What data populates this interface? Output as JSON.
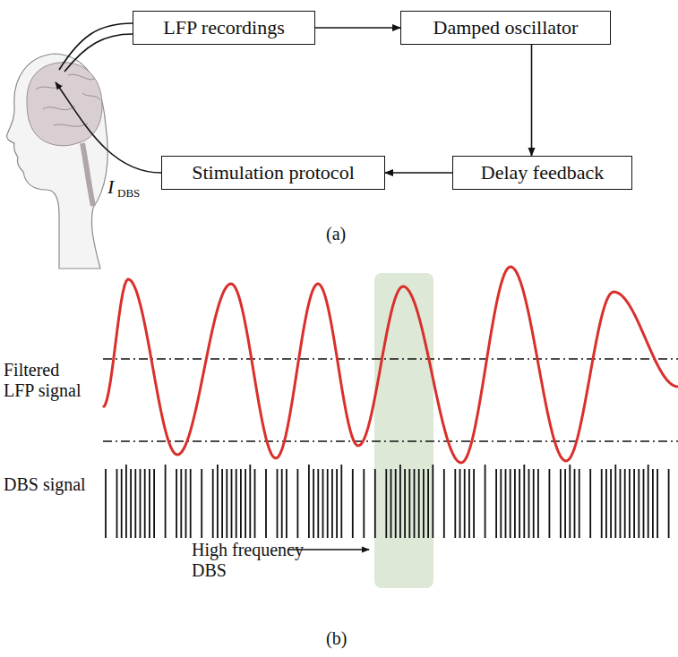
{
  "diagram": {
    "nodes": [
      {
        "text": [
          "LFP recordings"
        ]
      },
      {
        "text": [
          "Damped oscillator"
        ]
      },
      {
        "text": [
          "Delay feedback"
        ]
      },
      {
        "text": [
          "Stimulation protocol"
        ]
      }
    ],
    "edges": [
      {
        "from": 0,
        "to": 1,
        "arrow": "to"
      },
      {
        "from": 1,
        "to": 2,
        "arrow": "to"
      },
      {
        "from": 2,
        "to": 3,
        "arrow": "to"
      }
    ],
    "labels": [
      "I",
      "DBS",
      "(a)",
      "Filtered LFP signal",
      "DBS signal",
      "High frequency",
      "DBS",
      "(b)"
    ]
  }
}
